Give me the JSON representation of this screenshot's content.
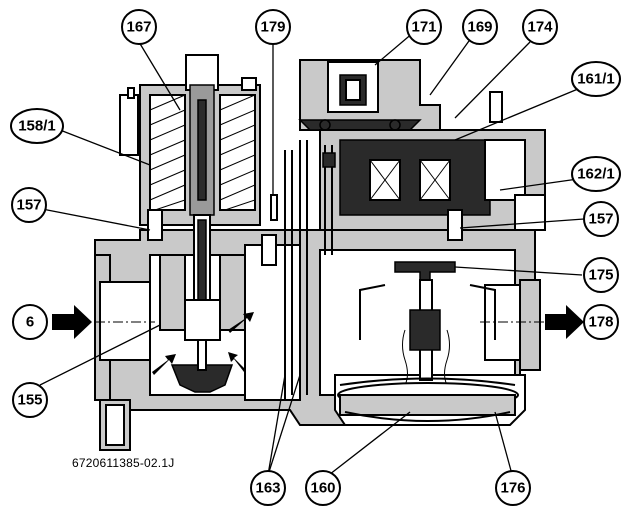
{
  "figure": {
    "reference_code": "6720611385-02.1J"
  },
  "callouts": [
    {
      "id": "c167",
      "label": "167"
    },
    {
      "id": "c179",
      "label": "179"
    },
    {
      "id": "c171",
      "label": "171"
    },
    {
      "id": "c169",
      "label": "169"
    },
    {
      "id": "c174",
      "label": "174"
    },
    {
      "id": "c161_1",
      "label": "161/1"
    },
    {
      "id": "c158_1",
      "label": "158/1"
    },
    {
      "id": "c162_1",
      "label": "162/1"
    },
    {
      "id": "c157_left",
      "label": "157"
    },
    {
      "id": "c157_right",
      "label": "157"
    },
    {
      "id": "c175",
      "label": "175"
    },
    {
      "id": "c6",
      "label": "6"
    },
    {
      "id": "c178",
      "label": "178"
    },
    {
      "id": "c155",
      "label": "155"
    },
    {
      "id": "c163",
      "label": "163"
    },
    {
      "id": "c160",
      "label": "160"
    },
    {
      "id": "c176",
      "label": "176"
    }
  ],
  "colors": {
    "housing": "#c9c9c9",
    "dark_parts": "#2a2a2a",
    "outline": "#000000"
  }
}
